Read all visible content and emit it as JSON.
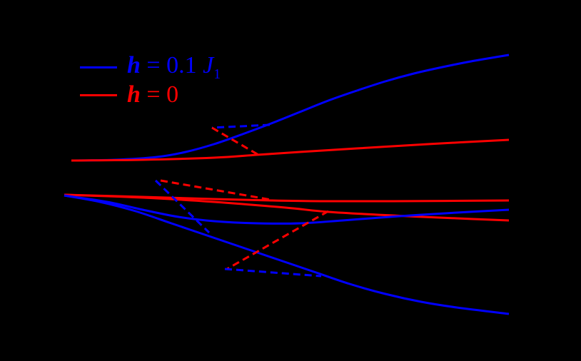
{
  "chart_data": {
    "type": "line",
    "title": "",
    "xlabel": "",
    "ylabel": "",
    "background": "#000000",
    "grid": false,
    "legend": {
      "position": "upper-left",
      "entries": [
        {
          "label_var": "h",
          "label_rest": " = 0.1 ",
          "label_J": "J",
          "label_sub": "1",
          "color": "#0000ff"
        },
        {
          "label_var": "h",
          "label_rest": " = 0",
          "label_J": "",
          "label_sub": "",
          "color": "#ff0000"
        }
      ]
    },
    "series": [
      {
        "name": "h = 0.1 J1 (upper)",
        "color": "#0000ff",
        "style": "solid",
        "points": [
          [
            100,
            225
          ],
          [
            160,
            224
          ],
          [
            220,
            220
          ],
          [
            260,
            213
          ],
          [
            300,
            202
          ],
          [
            340,
            188
          ],
          [
            380,
            173
          ],
          [
            420,
            157
          ],
          [
            460,
            141
          ],
          [
            500,
            127
          ],
          [
            540,
            114
          ],
          [
            580,
            103
          ],
          [
            620,
            94
          ],
          [
            660,
            86
          ],
          [
            713,
            77
          ]
        ]
      },
      {
        "name": "h = 0 (upper)",
        "color": "#ff0000",
        "style": "solid",
        "points": [
          [
            100,
            225
          ],
          [
            200,
            224
          ],
          [
            300,
            221
          ],
          [
            360,
            217
          ],
          [
            420,
            213
          ],
          [
            500,
            208
          ],
          [
            600,
            202
          ],
          [
            713,
            196
          ]
        ]
      },
      {
        "name": "h = 0 (middle flat)",
        "color": "#ff0000",
        "style": "solid",
        "points": [
          [
            90,
            273
          ],
          [
            200,
            276
          ],
          [
            300,
            279
          ],
          [
            380,
            281
          ],
          [
            450,
            282
          ],
          [
            550,
            282
          ],
          [
            713,
            281
          ]
        ]
      },
      {
        "name": "h = 0 (middle descending)",
        "color": "#ff0000",
        "style": "solid",
        "points": [
          [
            90,
            273
          ],
          [
            200,
            277
          ],
          [
            300,
            283
          ],
          [
            400,
            291
          ],
          [
            460,
            297
          ],
          [
            550,
            302
          ],
          [
            640,
            306
          ],
          [
            713,
            309
          ]
        ]
      },
      {
        "name": "h = 0.1 J1 (middle)",
        "color": "#0000ff",
        "style": "solid",
        "points": [
          [
            90,
            274
          ],
          [
            150,
            283
          ],
          [
            200,
            294
          ],
          [
            250,
            304
          ],
          [
            300,
            310
          ],
          [
            360,
            313
          ],
          [
            420,
            313
          ],
          [
            480,
            309
          ],
          [
            560,
            303
          ],
          [
            640,
            298
          ],
          [
            713,
            294
          ]
        ]
      },
      {
        "name": "h = 0.1 J1 (lower)",
        "color": "#0000ff",
        "style": "solid",
        "points": [
          [
            90,
            274
          ],
          [
            140,
            283
          ],
          [
            190,
            296
          ],
          [
            240,
            313
          ],
          [
            290,
            330
          ],
          [
            340,
            347
          ],
          [
            390,
            364
          ],
          [
            440,
            381
          ],
          [
            490,
            398
          ],
          [
            540,
            412
          ],
          [
            590,
            423
          ],
          [
            640,
            431
          ],
          [
            713,
            440
          ]
        ]
      }
    ],
    "annotations": [
      {
        "color": "#0000ff",
        "style": "dashed",
        "points": [
          [
            378,
            175
          ],
          [
            297,
            179
          ]
        ]
      },
      {
        "color": "#ff0000",
        "style": "dashed",
        "points": [
          [
            297,
            179
          ],
          [
            362,
            217
          ]
        ]
      },
      {
        "color": "#ff0000",
        "style": "dashed",
        "points": [
          [
            225,
            253
          ],
          [
            380,
            280
          ]
        ]
      },
      {
        "color": "#0000ff",
        "style": "dashed",
        "points": [
          [
            218,
            253
          ],
          [
            293,
            326
          ]
        ]
      },
      {
        "color": "#ff0000",
        "style": "dashed",
        "points": [
          [
            460,
            296
          ],
          [
            318,
            377
          ]
        ]
      },
      {
        "color": "#0000ff",
        "style": "dashed",
        "points": [
          [
            315,
            377
          ],
          [
            450,
            387
          ]
        ]
      }
    ]
  }
}
